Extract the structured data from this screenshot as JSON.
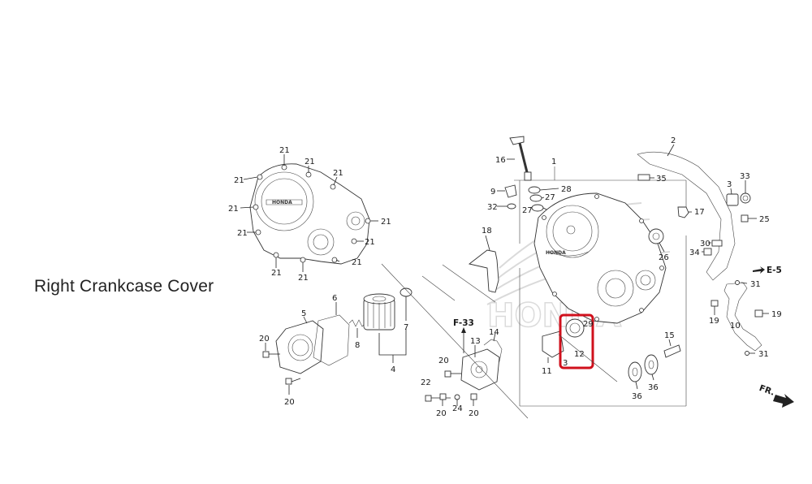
{
  "title": "Right Crankcase Cover",
  "refs": {
    "f33": "F-33",
    "e5": "E-5",
    "fr": "FR."
  },
  "watermark": "HONDA",
  "highlight": {
    "part": "12",
    "color": "#d0101c"
  },
  "callouts": {
    "c1": "1",
    "c2": "2",
    "c3a": "3",
    "c3b": "3",
    "c4": "4",
    "c5": "5",
    "c6": "6",
    "c7": "7",
    "c8": "8",
    "c9": "9",
    "c10": "10",
    "c11": "11",
    "c12": "12",
    "c13": "13",
    "c14": "14",
    "c15": "15",
    "c16": "16",
    "c17": "17",
    "c18": "18",
    "c19a": "19",
    "c19b": "19",
    "c20a": "20",
    "c20b": "20",
    "c20c": "20",
    "c20d": "20",
    "c20e": "20",
    "c21a": "21",
    "c21b": "21",
    "c21c": "21",
    "c21d": "21",
    "c21e": "21",
    "c21f": "21",
    "c21g": "21",
    "c21h": "21",
    "c21i": "21",
    "c21j": "21",
    "c21k": "21",
    "c22": "22",
    "c24": "24",
    "c25": "25",
    "c26": "26",
    "c27a": "27",
    "c27b": "27",
    "c28": "28",
    "c29": "29",
    "c30": "30",
    "c31a": "31",
    "c31b": "31",
    "c32": "32",
    "c33": "33",
    "c34": "34",
    "c35": "35",
    "c36a": "36",
    "c36b": "36"
  }
}
